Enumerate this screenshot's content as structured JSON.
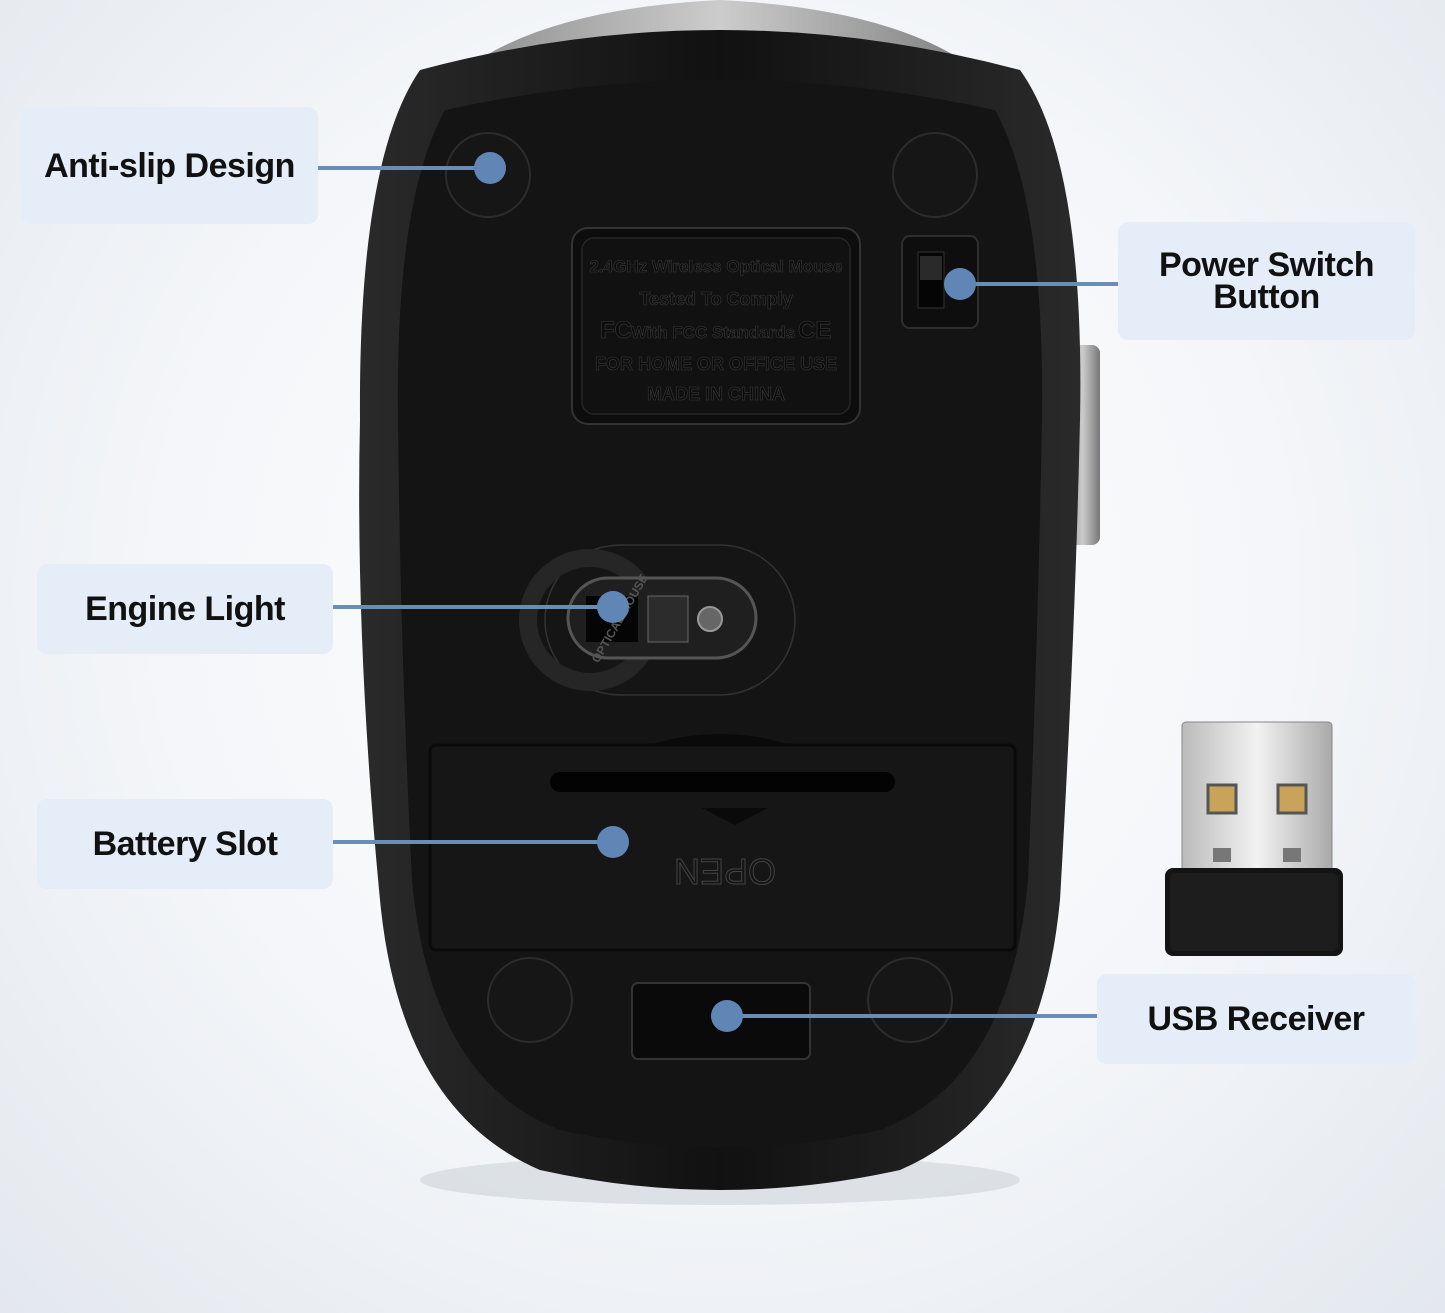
{
  "callouts": {
    "anti_slip": "Anti-slip Design",
    "power_switch": "Power Switch Button",
    "engine_light": "Engine Light",
    "battery_slot": "Battery Slot",
    "usb_receiver": "USB Receiver"
  },
  "label_plate": {
    "line1": "2.4GHz Wireless Optical Mouse",
    "line2": "Tested To Comply",
    "line3": "With FCC Standards",
    "line4": "FOR HOME OR OFFICE USE",
    "line5": "MADE IN CHINA",
    "fcc_mark": "FC",
    "ce_mark": "CE"
  },
  "sensor_ring_text": "OPTICAL MOUSE",
  "battery_cover_text": "OPEN",
  "colors": {
    "callout_bg": "#e4edf8",
    "connector": "#6a8db8",
    "mouse_body": "#1a1a1a"
  }
}
